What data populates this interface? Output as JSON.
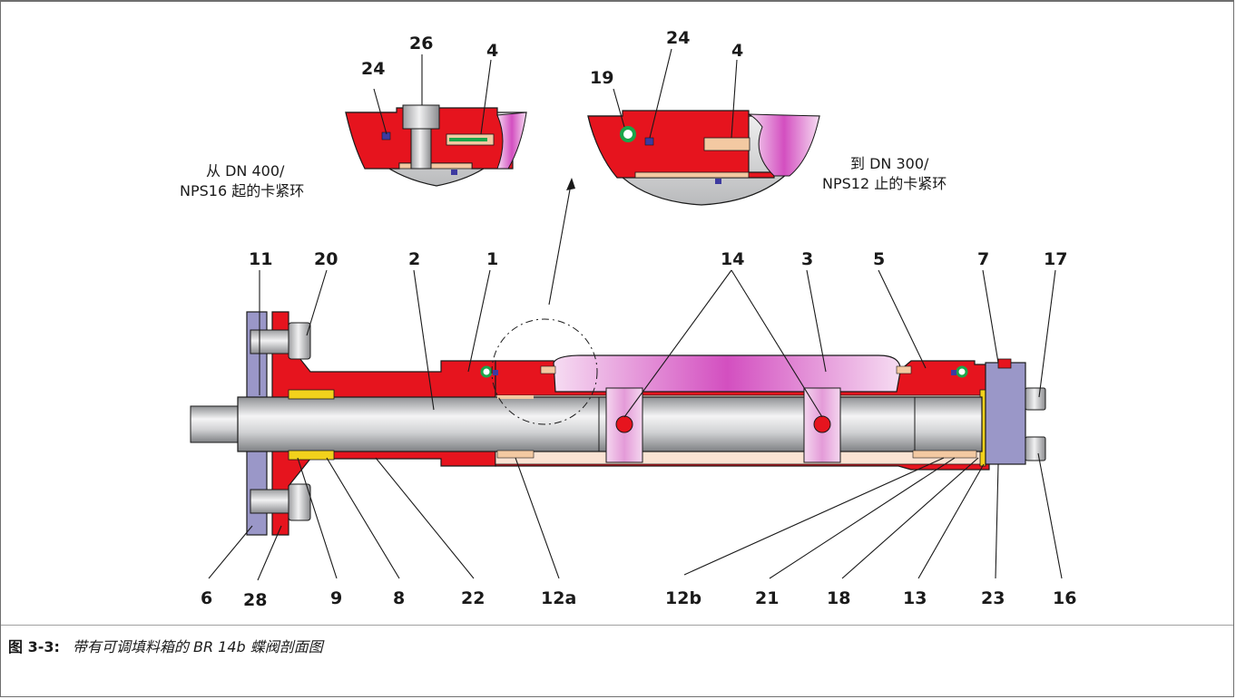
{
  "figure": {
    "caption_number": "图 3-3:",
    "caption_text": "带有可调填料箱的 BR 14b 蝶阀剖面图"
  },
  "notes": {
    "left_line1": "从 DN 400/",
    "left_line2": "NPS16 起的卡紧环",
    "right_line1": "到 DN 300/",
    "right_line2": "NPS12 止的卡紧环"
  },
  "detail_labels": {
    "left_24": "24",
    "left_26": "26",
    "left_4": "4",
    "right_19": "19",
    "right_24": "24",
    "right_4": "4"
  },
  "part_labels": {
    "p11": "11",
    "p20": "20",
    "p2": "2",
    "p1": "1",
    "p14": "14",
    "p3": "3",
    "p5": "5",
    "p7": "7",
    "p17": "17",
    "p6": "6",
    "p28": "28",
    "p9": "9",
    "p8": "8",
    "p22": "22",
    "p12a": "12a",
    "p12b": "12b",
    "p21": "21",
    "p18": "18",
    "p13": "13",
    "p23": "23",
    "p16": "16"
  },
  "colors": {
    "body_red": "#e6141e",
    "plate_purple": "#9a97c8",
    "disc_pink": "#e9a3dd",
    "packing_yellow": "#f2d21c",
    "oring_green": "#1aa64a",
    "bearing_tan": "#f3c9a2",
    "shaft_grey": "#d7d8da",
    "pin_red": "#e6141e"
  }
}
